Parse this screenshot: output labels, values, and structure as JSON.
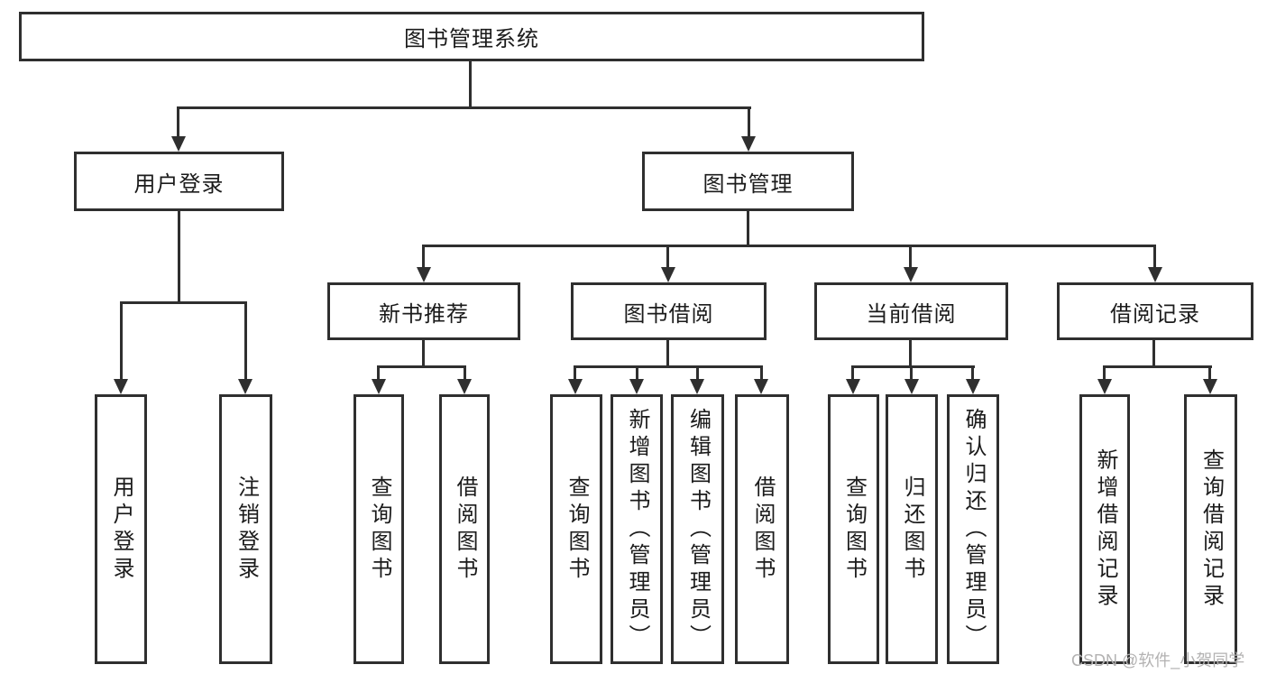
{
  "diagram_type": "hierarchy-tree",
  "tree": {
    "label": "图书管理系统",
    "children": [
      {
        "label": "用户登录",
        "children": [
          {
            "label": "用户登录"
          },
          {
            "label": "注销登录"
          }
        ]
      },
      {
        "label": "图书管理",
        "children": [
          {
            "label": "新书推荐",
            "children": [
              {
                "label": "查询图书"
              },
              {
                "label": "借阅图书"
              }
            ]
          },
          {
            "label": "图书借阅",
            "children": [
              {
                "label": "查询图书"
              },
              {
                "label": "新增图书（管理员）"
              },
              {
                "label": "编辑图书（管理员）"
              },
              {
                "label": "借阅图书"
              }
            ]
          },
          {
            "label": "当前借阅",
            "children": [
              {
                "label": "查询图书"
              },
              {
                "label": "归还图书"
              },
              {
                "label": "确认归还（管理员）"
              }
            ]
          },
          {
            "label": "借阅记录",
            "children": [
              {
                "label": "新增借阅记录"
              },
              {
                "label": "查询借阅记录"
              }
            ]
          }
        ]
      }
    ]
  },
  "watermark": "CSDN @软件_小贺同学",
  "colors": {
    "line": "#2f2f2f",
    "text": "#1b1b1b",
    "background": "#ffffff",
    "watermark": "#b3b2b2"
  }
}
